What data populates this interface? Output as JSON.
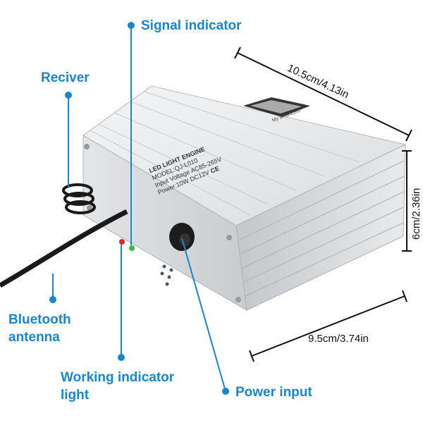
{
  "callouts": {
    "signal_indicator": "Signal indicator",
    "receiver": "Reciver",
    "bluetooth_antenna_line1": "Bluetooth",
    "bluetooth_antenna_line2": "antenna",
    "working_indicator_line1": "Working indicator",
    "working_indicator_line2": "light",
    "power_input": "Power input"
  },
  "dimensions": {
    "length": "10.5cm/4.13in",
    "height": "6cm/2.36in",
    "width": "9.5cm/3.74in"
  },
  "device_label": {
    "title": "LED LIGHT ENGINE",
    "model": "MODEL:QJ-L010",
    "input_voltage": "Input Voltage AC85-265V",
    "dc": "DC12V",
    "power": "Power:10W",
    "app": "My smartLED",
    "ce_mark": "CE"
  },
  "colors": {
    "accent": "#1787cf",
    "red_led": "#e02a2a",
    "green_led": "#2fc24a"
  }
}
